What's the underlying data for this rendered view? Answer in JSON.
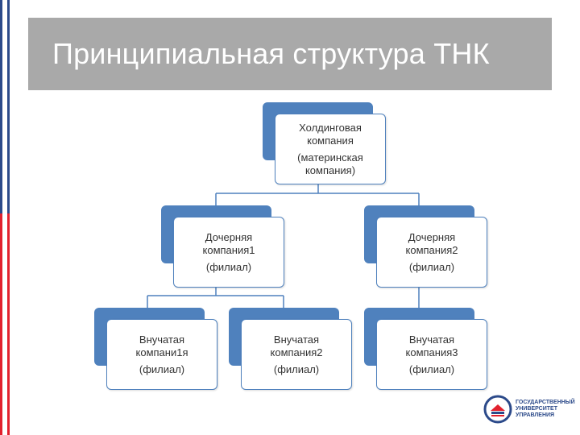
{
  "title": "Принципиальная структура ТНК",
  "nodes": {
    "holding": {
      "line1": "Холдинговая",
      "line2": "компания",
      "line3": "(материнская компания)"
    },
    "sub1": {
      "line1": "Дочерняя",
      "line2": "компания1",
      "line3": "(филиал)"
    },
    "sub2": {
      "line1": "Дочерняя",
      "line2": "компания2",
      "line3": "(филиал)"
    },
    "gc1": {
      "line1": "Внучатая",
      "line2": "компани1я",
      "line3": "(филиал)"
    },
    "gc2": {
      "line1": "Внучатая",
      "line2": "компания2",
      "line3": "(филиал)"
    },
    "gc3": {
      "line1": "Внучатая",
      "line2": "компания3",
      "line3": "(филиал)"
    }
  },
  "logo": {
    "line1": "ГОСУДАРСТВЕННЫЙ",
    "line2": "УНИВЕРСИТЕТ",
    "line3": "УПРАВЛЕНИЯ"
  },
  "colors": {
    "accent": "#4f81bd",
    "title_bar": "#a9a9a9",
    "stripe_top": "#2c4a8a",
    "stripe_bottom": "#e2212e"
  }
}
